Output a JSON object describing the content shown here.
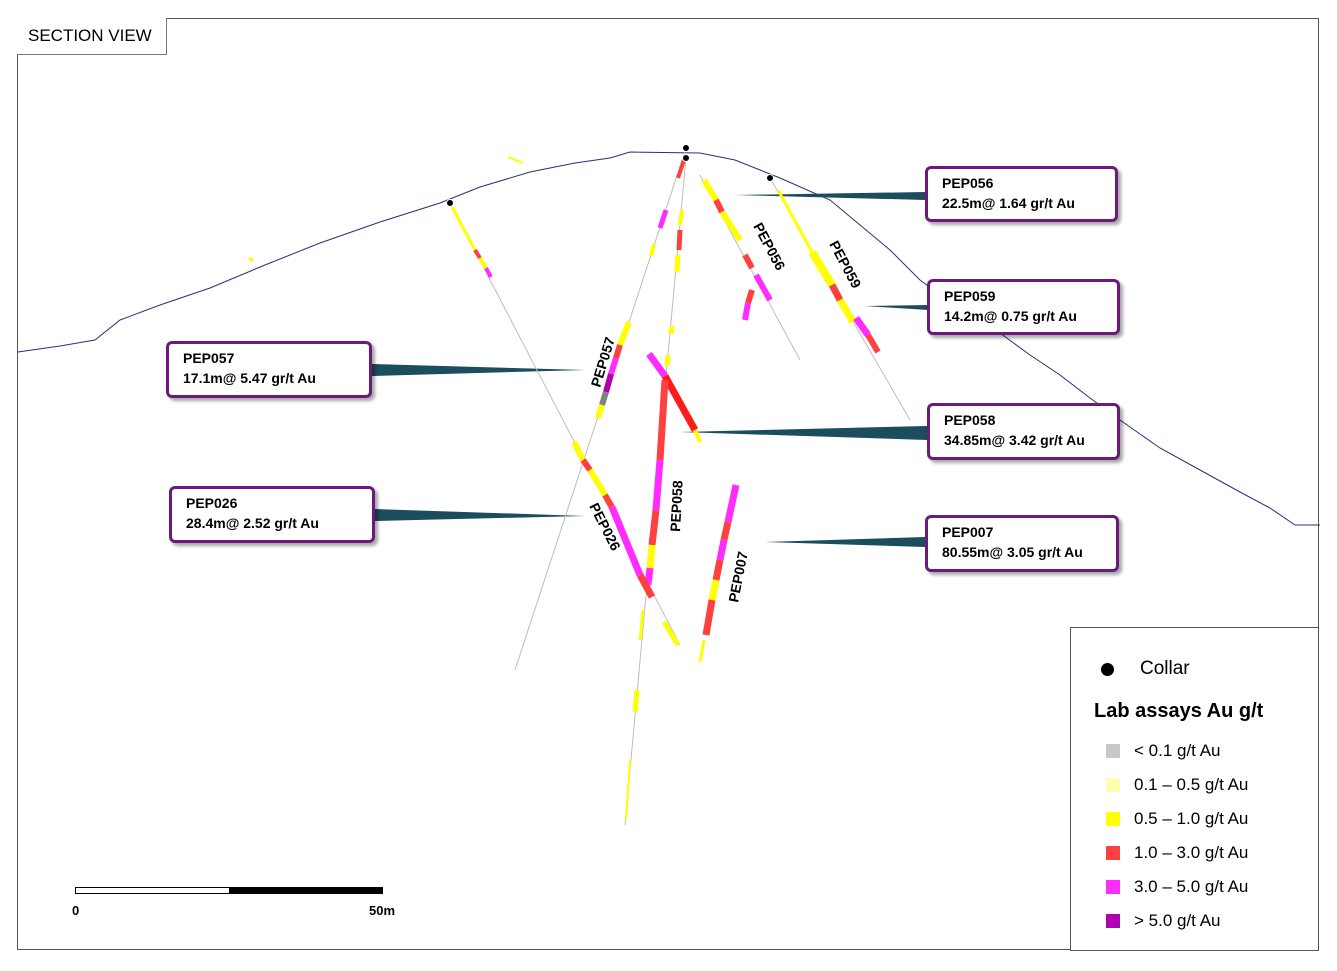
{
  "title": "SECTION VIEW",
  "callouts": [
    {
      "hole": "PEP056",
      "result": "22.5m@ 1.64 gr/t Au"
    },
    {
      "hole": "PEP059",
      "result": "14.2m@ 0.75 gr/t Au"
    },
    {
      "hole": "PEP057",
      "result": "17.1m@ 5.47 gr/t Au"
    },
    {
      "hole": "PEP058",
      "result": "34.85m@ 3.42 gr/t Au"
    },
    {
      "hole": "PEP026",
      "result": "28.4m@ 2.52 gr/t Au"
    },
    {
      "hole": "PEP007",
      "result": "80.55m@ 3.05 gr/t Au"
    }
  ],
  "hole_labels": [
    "PEP057",
    "PEP056",
    "PEP059",
    "PEP058",
    "PEP026",
    "PEP007"
  ],
  "legend": {
    "collar_label": "Collar",
    "title": "Lab assays Au g/t",
    "items": [
      {
        "label": "< 0.1 g/t Au",
        "color": "#c8c8c8"
      },
      {
        "label": "0.1 – 0.5 g/t Au",
        "color": "#ffffb0"
      },
      {
        "label": "0.5 – 1.0 g/t Au",
        "color": "#ffff00"
      },
      {
        "label": "1.0 – 3.0 g/t Au",
        "color": "#ff4040"
      },
      {
        "label": "3.0 – 5.0 g/t Au",
        "color": "#ff2bff"
      },
      {
        "label": "> 5.0 g/t Au",
        "color": "#b000b0"
      }
    ]
  },
  "scale": {
    "start": "0",
    "end": "50m"
  },
  "colors": {
    "callout_border": "#6a1b7a",
    "leader": "#1b4d5c",
    "topography": "#2b2f7a"
  }
}
